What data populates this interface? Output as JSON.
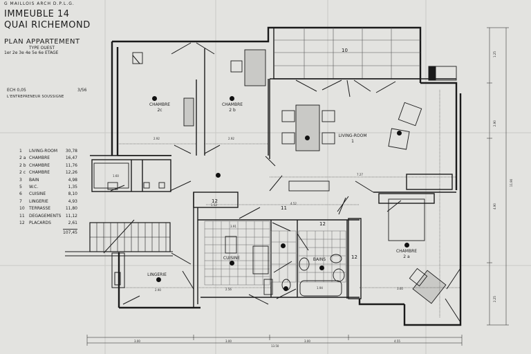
{
  "header": {
    "architect": "G MAILLOIS ARCH D.P.L.G.",
    "building_line1": "IMMEUBLE 14",
    "building_line2": "QUAI RICHEMOND",
    "plan_title": "PLAN APPARTEMENT",
    "plan_type": "TYPE OUEST",
    "floors": "1er 2e 3e 4e 5e 6e ETAGE",
    "scale": "ECH 0,05",
    "sheet_date": "3/56",
    "contractor": "L'ENTREPRENEUR SOUSSIGNE"
  },
  "legend": {
    "items": [
      {
        "num": "1",
        "name": "LIVING-ROOM",
        "area": "30,78"
      },
      {
        "num": "2 a",
        "name": "CHAMBRE",
        "area": "16,47"
      },
      {
        "num": "2 b",
        "name": "CHAMBRE",
        "area": "11,76"
      },
      {
        "num": "2 c",
        "name": "CHAMBRE",
        "area": "12,26"
      },
      {
        "num": "3",
        "name": "BAIN",
        "area": "4,98"
      },
      {
        "num": "5",
        "name": "W.C.",
        "area": "1,35"
      },
      {
        "num": "6",
        "name": "CUISINE",
        "area": "8,10"
      },
      {
        "num": "7",
        "name": "LINGERIE",
        "area": "4,93"
      },
      {
        "num": "10",
        "name": "TERRASSE",
        "area": "11,80"
      },
      {
        "num": "11",
        "name": "DEGAGEMENTS",
        "area": "11,12"
      },
      {
        "num": "12",
        "name": "PLACARDS",
        "area": "2,61"
      }
    ],
    "total": "107,45"
  },
  "rooms": {
    "chambre_2c": "CHAMBRE",
    "chambre_2c_num": "2c",
    "chambre_2b": "CHAMBRE",
    "chambre_2b_num": "2 b",
    "living": "LIVING-ROOM",
    "living_num": "1",
    "chambre_2a": "CHAMBRE",
    "chambre_2a_num": "2 a",
    "cuisine": "CUISINE",
    "lingerie": "LINGERIE",
    "bains": "BAINS",
    "terrasse_num": "10",
    "degagement_num": "11",
    "placard_a": "12",
    "placard_b": "12",
    "placard_c": "12"
  },
  "dimensions": {
    "bottom_1": "3.00",
    "bottom_2": "3.00",
    "bottom_3": "3.00",
    "bottom_4": "4.55",
    "bottom_total": "13.50",
    "right_total": "11.90",
    "right_1": "1.25",
    "right_2": "2.90",
    "right_3": "4.90",
    "right_4": "2.25",
    "d_292a": "2.92",
    "d_292b": "2.92",
    "d_727": "7.27",
    "d_452": "4.52",
    "d_391": "3.91",
    "d_290": "2.90",
    "d_256": "2.56",
    "d_194": "1.94",
    "d_360": "3.60",
    "d_160": "1.60",
    "d_152": "1.52"
  },
  "colors": {
    "paper": "#e3e3e0",
    "ink": "#1b1b1b",
    "hatch": "#777777"
  }
}
